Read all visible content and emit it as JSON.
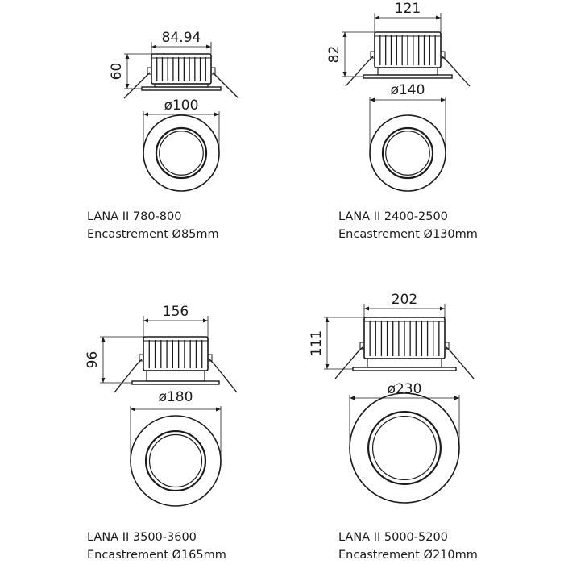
{
  "products": [
    {
      "name": "LANA II 780-800",
      "cutout": "Encastrement Ø85mm",
      "width_dim": "84.94",
      "height_dim": "60",
      "diameter_dim": "ø100"
    },
    {
      "name": "LANA II 2400-2500",
      "cutout": "Encastrement Ø130mm",
      "width_dim": "121",
      "height_dim": "82",
      "diameter_dim": "ø140"
    },
    {
      "name": "LANA II 3500-3600",
      "cutout": "Encastrement Ø165mm",
      "width_dim": "156",
      "height_dim": "96",
      "diameter_dim": "ø180"
    },
    {
      "name": "LANA II 5000-5200",
      "cutout": "Encastrement Ø210mm",
      "width_dim": "202",
      "height_dim": "111",
      "diameter_dim": "ø230"
    }
  ]
}
